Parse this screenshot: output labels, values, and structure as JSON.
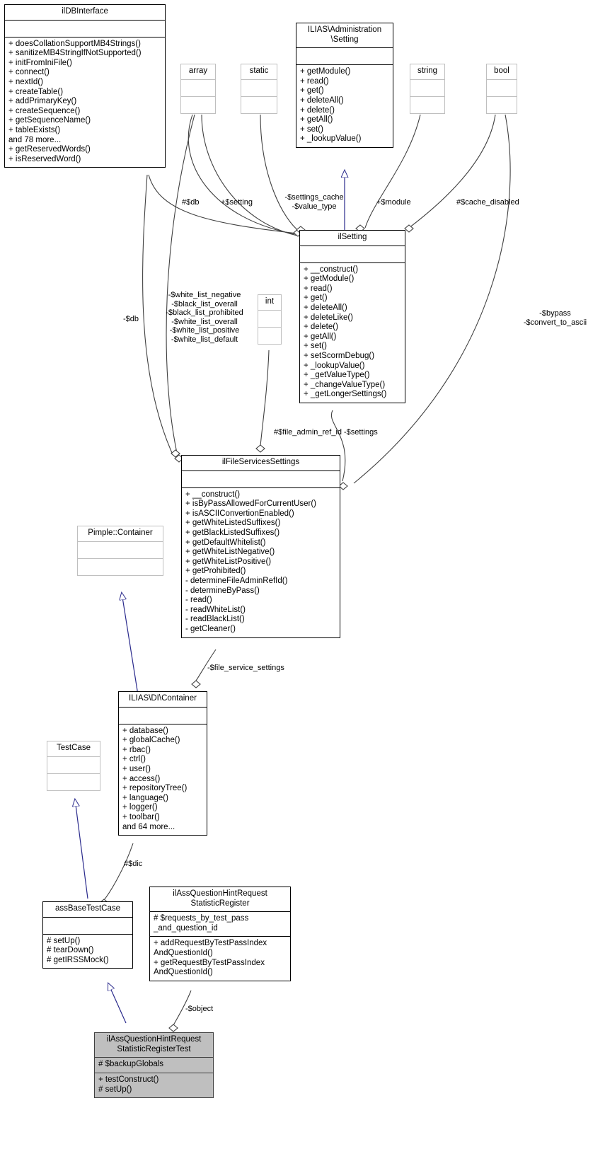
{
  "diagram": {
    "title": "ilAssQuestionHintRequestStatisticRegisterTest collaboration diagram",
    "type": "uml-class-diagram",
    "colors": {
      "node_border": "#000000",
      "node_border_muted": "#bfbfbf",
      "highlight_fill": "#bfbfbf",
      "inheritance_edge": "#2a2a8c",
      "association_edge": "#404040",
      "background": "#ffffff"
    }
  },
  "nodes": [
    {
      "id": "ildbinterface",
      "name": "ilDBInterface",
      "attributes": "",
      "operations": "+ doesCollationSupportMB4Strings()\n+ sanitizeMB4StringIfNotSupported()\n+ initFromIniFile()\n+ connect()\n+ nextId()\n+ createTable()\n+ addPrimaryKey()\n+ createSequence()\n+ getSequenceName()\n+ tableExists()\nand 78 more...\n+ getReservedWords()\n+ isReservedWord()"
    },
    {
      "id": "array",
      "name": "array",
      "attributes": "",
      "operations": ""
    },
    {
      "id": "static",
      "name": "static",
      "attributes": "",
      "operations": ""
    },
    {
      "id": "ilias-administration-setting",
      "name": "ILIAS\\Administration\n\\Setting",
      "attributes": "",
      "operations": "+ getModule()\n+ read()\n+ get()\n+ deleteAll()\n+ delete()\n+ getAll()\n+ set()\n+ _lookupValue()"
    },
    {
      "id": "string",
      "name": "string",
      "attributes": "",
      "operations": ""
    },
    {
      "id": "bool",
      "name": "bool",
      "attributes": "",
      "operations": ""
    },
    {
      "id": "ilsetting",
      "name": "ilSetting",
      "attributes": "",
      "operations": "+ __construct()\n+ getModule()\n+ read()\n+ get()\n+ deleteAll()\n+ deleteLike()\n+ delete()\n+ getAll()\n+ set()\n+ setScormDebug()\n+ _lookupValue()\n+ _getValueType()\n+ _changeValueType()\n+ _getLongerSettings()"
    },
    {
      "id": "int",
      "name": "int",
      "attributes": "",
      "operations": ""
    },
    {
      "id": "ilfileservicessettings",
      "name": "ilFileServicesSettings",
      "attributes": "",
      "operations": "+ __construct()\n+ isByPassAllowedForCurrentUser()\n+ isASCIIConvertionEnabled()\n+ getWhiteListedSuffixes()\n+ getBlackListedSuffixes()\n+ getDefaultWhitelist()\n+ getWhiteListNegative()\n+ getWhiteListPositive()\n+ getProhibited()\n- determineFileAdminRefId()\n- determineByPass()\n- read()\n- readWhiteList()\n- readBlackList()\n- getCleaner()"
    },
    {
      "id": "pimple-container",
      "name": "Pimple::Container",
      "attributes": "",
      "operations": ""
    },
    {
      "id": "ilias-di-container",
      "name": "ILIAS\\DI\\Container",
      "attributes": "",
      "operations": "+ database()\n+ globalCache()\n+ rbac()\n+ ctrl()\n+ user()\n+ access()\n+ repositoryTree()\n+ language()\n+ logger()\n+ toolbar()\nand 64 more..."
    },
    {
      "id": "testcase",
      "name": "TestCase",
      "attributes": "",
      "operations": ""
    },
    {
      "id": "assbasetestcase",
      "name": "assBaseTestCase",
      "attributes": "",
      "operations": "# setUp()\n# tearDown()\n# getIRSSMock()"
    },
    {
      "id": "ilassquestionhintrequeststatisticregister",
      "name": "ilAssQuestionHintRequest\nStatisticRegister",
      "attributes": "# $requests_by_test_pass\n_and_question_id",
      "operations": "+ addRequestByTestPassIndex\nAndQuestionId()\n+ getRequestByTestPassIndex\nAndQuestionId()"
    },
    {
      "id": "ilassquestionhintrequeststatisticregistertest",
      "name": "ilAssQuestionHintRequest\nStatisticRegisterTest",
      "attributes": "# $backupGlobals",
      "operations": "+ testConstruct()\n# setUp()"
    }
  ],
  "edge_labels": [
    {
      "id": "db-hash",
      "text": "#$db"
    },
    {
      "id": "setting",
      "text": "+$setting"
    },
    {
      "id": "settings-cache",
      "text": "-$settings_cache\n-$value_type"
    },
    {
      "id": "module",
      "text": "+$module"
    },
    {
      "id": "cache-disabled",
      "text": "#$cache_disabled"
    },
    {
      "id": "db-dash",
      "text": "-$db"
    },
    {
      "id": "white-black-lists",
      "text": "-$white_list_negative\n-$black_list_overall\n-$black_list_prohibited\n-$white_list_overall\n-$white_list_positive\n-$white_list_default"
    },
    {
      "id": "bypass-convert",
      "text": "-$bypass\n-$convert_to_ascii"
    },
    {
      "id": "file-admin-ref-id",
      "text": "#$file_admin_ref_id"
    },
    {
      "id": "settings",
      "text": "-$settings"
    },
    {
      "id": "file-service-settings",
      "text": "-$file_service_settings"
    },
    {
      "id": "dic",
      "text": "#$dic"
    },
    {
      "id": "object",
      "text": "-$object"
    }
  ]
}
